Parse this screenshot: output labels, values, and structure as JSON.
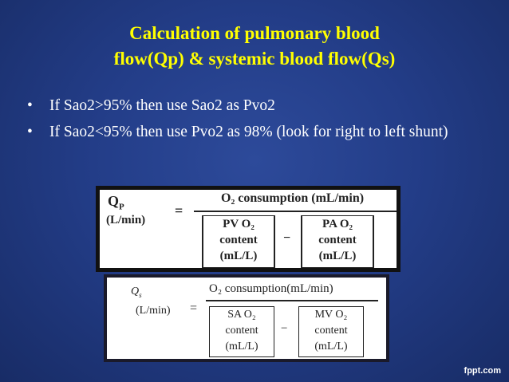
{
  "title": {
    "line1": "Calculation of pulmonary blood",
    "line2": "flow(Qp) & systemic blood flow(Qs)"
  },
  "bullets": [
    {
      "marker": "•",
      "text": "If Sao2>95% then use Sao2 as Pvo2"
    },
    {
      "marker": "•",
      "text": "If Sao2<95% then use Pvo2 as 98% (look for right to left shunt)"
    }
  ],
  "formula_qp": {
    "lhs_symbol": "Q",
    "lhs_sub": "P",
    "lhs_unit": "(L/min)",
    "equals": "=",
    "numerator": "O₂ consumption (mL/min)",
    "term1": [
      "PV O₂",
      "content",
      "(mL/L)"
    ],
    "minus": "−",
    "term2": [
      "PA O₂",
      "content",
      "(mL/L)"
    ]
  },
  "formula_qs": {
    "lhs_symbol": "Q",
    "lhs_sub": "s",
    "lhs_unit": "(L/min)",
    "equals": "=",
    "numerator": "O₂ consumption(mL/min)",
    "term1": [
      "SA O₂",
      "content",
      "(mL/L)"
    ],
    "minus": "−",
    "term2": [
      "MV O₂",
      "content",
      "(mL/L)"
    ]
  },
  "watermark": "fppt.com",
  "colors": {
    "background": "#233d88",
    "title": "#ffff00",
    "text": "#ffffff"
  }
}
